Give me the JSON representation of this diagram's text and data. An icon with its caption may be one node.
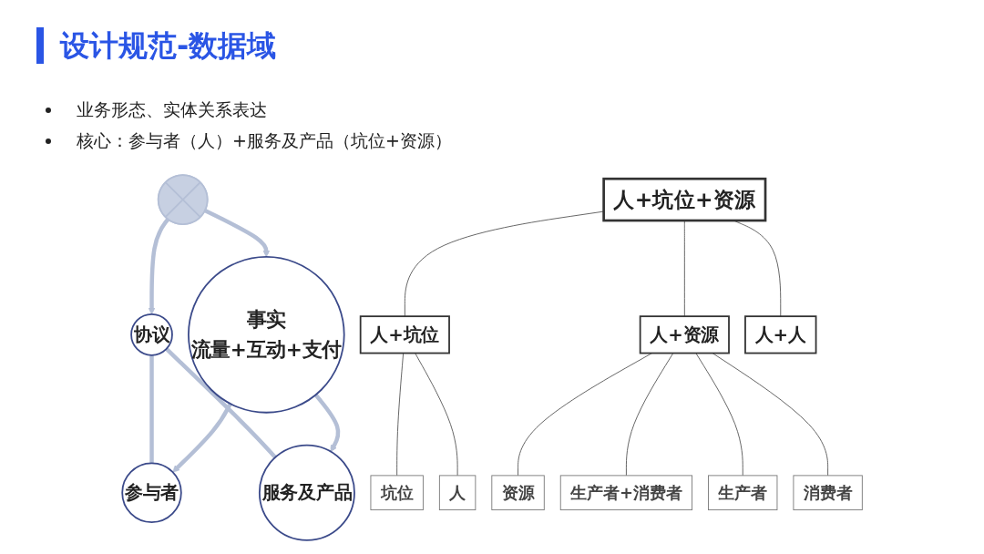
{
  "diagram": {
    "title": "设计规范-数据域",
    "nodes": [
      {
        "text": [
          "参与者"
        ]
      },
      {
        "text": [
          "协议"
        ]
      },
      {
        "text": [],
        "shape": "plus"
      },
      {
        "text": [
          "服务及产品"
        ]
      },
      {
        "text": [
          "事实",
          "流量+互动+支付"
        ]
      },
      {
        "text": [
          "人+坑位+资源"
        ]
      },
      {
        "text": [
          "人+坑位"
        ]
      },
      {
        "text": [
          "坑位"
        ]
      },
      {
        "text": [
          "人"
        ]
      },
      {
        "text": [
          "人+资源"
        ]
      },
      {
        "text": [
          "资源"
        ]
      },
      {
        "text": [
          "生产者+消费者"
        ]
      },
      {
        "text": [
          "生产者"
        ]
      },
      {
        "text": [
          "消费者"
        ]
      },
      {
        "text": [
          "人+人"
        ]
      }
    ],
    "edges": [
      {
        "from": 2,
        "to": 1,
        "arrow": "to",
        "color": "#b4bfd6",
        "style": "thick"
      },
      {
        "from": 2,
        "to": 4,
        "arrow": "to",
        "color": "#b4bfd6",
        "style": "thick"
      },
      {
        "from": 1,
        "to": 0,
        "arrow": "none",
        "color": "#b4bfd6",
        "style": "thick"
      },
      {
        "from": 4,
        "to": 0,
        "arrow": "to",
        "color": "#b4bfd6",
        "style": "thick"
      },
      {
        "from": 1,
        "to": 3,
        "arrow": "none",
        "color": "#b4bfd6",
        "style": "thick"
      },
      {
        "from": 4,
        "to": 3,
        "arrow": "to",
        "color": "#b4bfd6",
        "style": "thick"
      },
      {
        "from": 5,
        "to": 6,
        "arrow": "none"
      },
      {
        "from": 5,
        "to": 9,
        "arrow": "none"
      },
      {
        "from": 5,
        "to": 14,
        "arrow": "none"
      },
      {
        "from": 6,
        "to": 7,
        "arrow": "none"
      },
      {
        "from": 6,
        "to": 8,
        "arrow": "none"
      },
      {
        "from": 9,
        "to": 10,
        "arrow": "none"
      },
      {
        "from": 9,
        "to": 11,
        "arrow": "none"
      },
      {
        "from": 9,
        "to": 12,
        "arrow": "none"
      },
      {
        "from": 9,
        "to": 13,
        "arrow": "none"
      }
    ],
    "labels": [
      "业务形态、实体关系表达",
      "核心：参与者（人）+服务及产品（坑位+资源）"
    ]
  }
}
